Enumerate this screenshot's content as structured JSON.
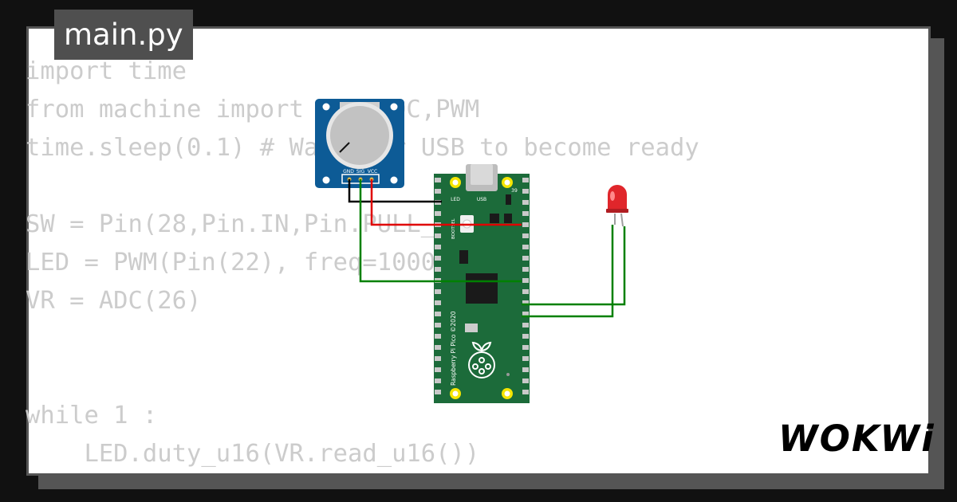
{
  "tab": {
    "label": "main.py"
  },
  "code": {
    "lines": [
      "import time",
      "from machine import Pin,ADC,PWM",
      "time.sleep(0.1) # Wait for USB to become ready",
      "",
      "SW = Pin(28,Pin.IN,Pin.PULL_UP)",
      "LED = PWM(Pin(22), freq=1000)",
      "VR = ADC(26)",
      "",
      "",
      "while 1 :",
      "    LED.duty_u16(VR.read_u16())"
    ]
  },
  "potentiometer": {
    "pin_labels": [
      "GND",
      "SIG",
      "VCC"
    ]
  },
  "pico": {
    "usb_label": "USB",
    "led_label": "LED",
    "bootsel_label": "BOOTSEL",
    "pin_label": "39",
    "board_text": "Raspberry Pi Pico ©2020"
  },
  "wires": {
    "colors": {
      "gnd": "#000000",
      "vcc": "#e00000",
      "signal": "#008000"
    }
  },
  "brand": {
    "logo": "WOKWi"
  },
  "colors": {
    "background": "#111111",
    "card": "#ffffff",
    "tab": "#4f4f4f",
    "code_text": "#cccccc",
    "pico_green": "#1c6b3a",
    "pot_blue": "#0d5b96",
    "led_red": "#e0262b"
  }
}
